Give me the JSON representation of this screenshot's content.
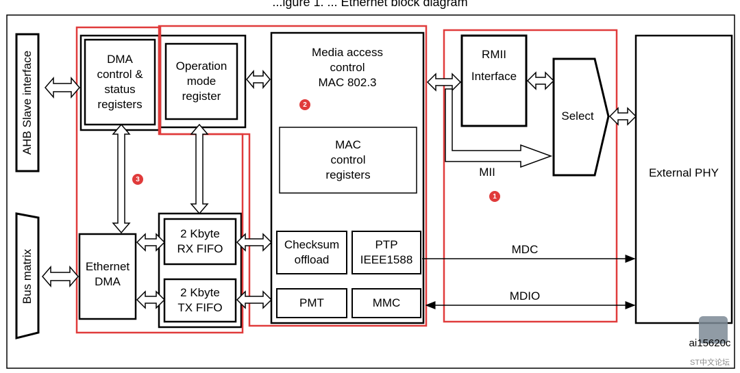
{
  "title": "...igure 1. ... Ethernet block diagram",
  "blocks": {
    "ahb_slave_interface": "AHB Slave interface",
    "bus_matrix": "Bus matrix",
    "dma_control_status": "DMA\ncontrol &\nstatus\nregisters",
    "operation_mode": "Operation\nmode\nregister",
    "mac_title": "Media access\ncontrol\nMAC 802.3",
    "mac_control_registers": "MAC\ncontrol\nregisters",
    "checksum_offload": "Checksum\noffload",
    "ptp": "PTP\nIEEE1588",
    "pmt": "PMT",
    "mmc": "MMC",
    "rmii_interface": "RMII\nInterface",
    "select": "Select",
    "external_phy": "External PHY",
    "ethernet_dma": "Ethernet\nDMA",
    "rx_fifo": "2 Kbyte\nRX FIFO",
    "tx_fifo": "2 Kbyte\nTX FIFO"
  },
  "signals": {
    "mii": "MII",
    "mdc": "MDC",
    "mdio": "MDIO"
  },
  "markers": [
    "1",
    "2",
    "3"
  ],
  "footer": {
    "figure_id": "ai15620c",
    "watermark": "ST中文论坛"
  },
  "colors": {
    "highlight": "#e03b3b",
    "line": "#000000"
  }
}
